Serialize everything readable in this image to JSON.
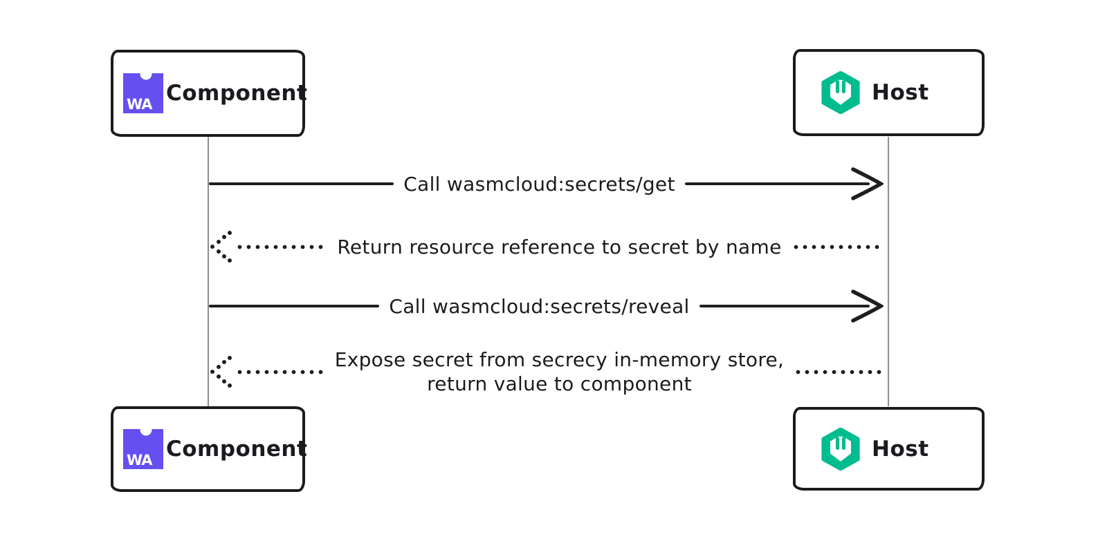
{
  "diagram": {
    "type": "sequence",
    "actors": {
      "component": {
        "label": "Component",
        "icon": "webassembly-component-icon",
        "icon_text": "WA",
        "icon_color": "#654ff0"
      },
      "host": {
        "label": "Host",
        "icon": "wasmcloud-icon",
        "icon_color": "#00bc8e"
      }
    },
    "messages": [
      {
        "from": "Component",
        "to": "Host",
        "style": "solid",
        "label": "Call wasmcloud:secrets/get"
      },
      {
        "from": "Host",
        "to": "Component",
        "style": "dotted",
        "label": "Return resource reference to secret by name"
      },
      {
        "from": "Component",
        "to": "Host",
        "style": "solid",
        "label": "Call wasmcloud:secrets/reveal"
      },
      {
        "from": "Host",
        "to": "Component",
        "style": "dotted",
        "label": "Expose secret from secrecy in-memory store,",
        "label_line2": "return value to component"
      }
    ],
    "colors": {
      "ink": "#1b1b1f",
      "lifeline": "#8d8d8d",
      "wasm_purple": "#654ff0",
      "wasmcloud_green": "#00bc8e",
      "background": "#ffffff"
    }
  }
}
